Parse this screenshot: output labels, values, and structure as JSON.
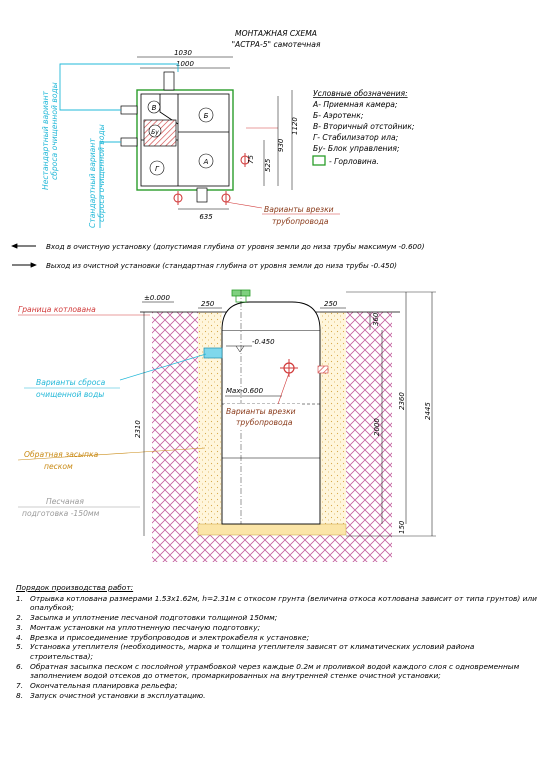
{
  "title": {
    "line1": "МОНТАЖНАЯ СХЕМА",
    "line2": "\"АСТРА-5\" самотечная"
  },
  "plan": {
    "dims": {
      "outer_width": "1030",
      "inner_width": "1000",
      "height": "1120",
      "h930": "930",
      "h525": "525",
      "h75": "75",
      "w635": "635"
    },
    "zones": {
      "a": "А",
      "b": "Б",
      "v": "В",
      "g": "Г",
      "bu": "Бу"
    },
    "callout_cut": [
      "Варианты врезки",
      "трубопровода"
    ],
    "vert_left": [
      "Нестандартный вариант",
      "сброса очищенной воды"
    ],
    "vert_right": [
      "Стандартный вариант",
      "сброса очищенной воды"
    ]
  },
  "legend": {
    "title": "Условные обозначения:",
    "items": [
      "А- Приемная камера;",
      "Б- Аэротенк;",
      "В- Вторичный отстойник;",
      "Г- Стабилизатор ила;",
      "Бу- Блок управления;"
    ],
    "hatch_label": "- Горловина."
  },
  "arrows": {
    "inlet": "Вход в очистную установку (допустимая глубина от уровня земли до низа трубы максимум -0.600)",
    "outlet": "Выход из очистной установки (стандартная глубина от уровня земли до низа трубы -0.450)"
  },
  "section": {
    "ground_level": "±0.000",
    "pit_boundary": "Граница котлована",
    "discharge": [
      "Варианты сброса",
      "очищенной воды"
    ],
    "backfill": [
      "Обратная засыпка",
      "песком"
    ],
    "sand_bed": [
      "Песчаная",
      "подготовка -150мм"
    ],
    "level_450": "-0.450",
    "max_600": "Max-0.600",
    "cut": [
      "Варианты врезки",
      "трубопровода"
    ],
    "dims": {
      "d250a": "250",
      "d250b": "250",
      "d360": "360",
      "d2360": "2360",
      "d2445": "2445",
      "d2310": "2310",
      "d2000": "2000",
      "d150": "150"
    }
  },
  "steps": {
    "title": "Порядок производства работ:",
    "items": [
      {
        "n": "1.",
        "text": "Отрывка котлована размерами 1.53х1.62м, h=2.31м с откосом грунта (величина откоса котлована зависит от типа грунтов) или опалубкой;"
      },
      {
        "n": "2.",
        "text": "Засыпка и уплотнение песчаной подготовки толщиной 150мм;"
      },
      {
        "n": "3.",
        "text": "Монтаж установки на уплотненную песчаную подготовку;"
      },
      {
        "n": "4.",
        "text": "Врезка и присоединение трубопроводов и электрокабеля к установке;"
      },
      {
        "n": "5.",
        "text": "Установка утеплителя (необходимость, марка и толщина утеплителя зависят от климатических условий района строительства);"
      },
      {
        "n": "6.",
        "text": "Обратная засыпка песком с послойной утрамбовкой через каждые 0.2м и проливкой водой каждого слоя с одновременным заполнением водой отсеков до отметок, промаркированных на внутренней стенке очистной установки;"
      },
      {
        "n": "7.",
        "text": "Окончательная планировка рельефа;"
      },
      {
        "n": "8.",
        "text": "Запуск очистной установки в эксплуатацию."
      }
    ]
  }
}
